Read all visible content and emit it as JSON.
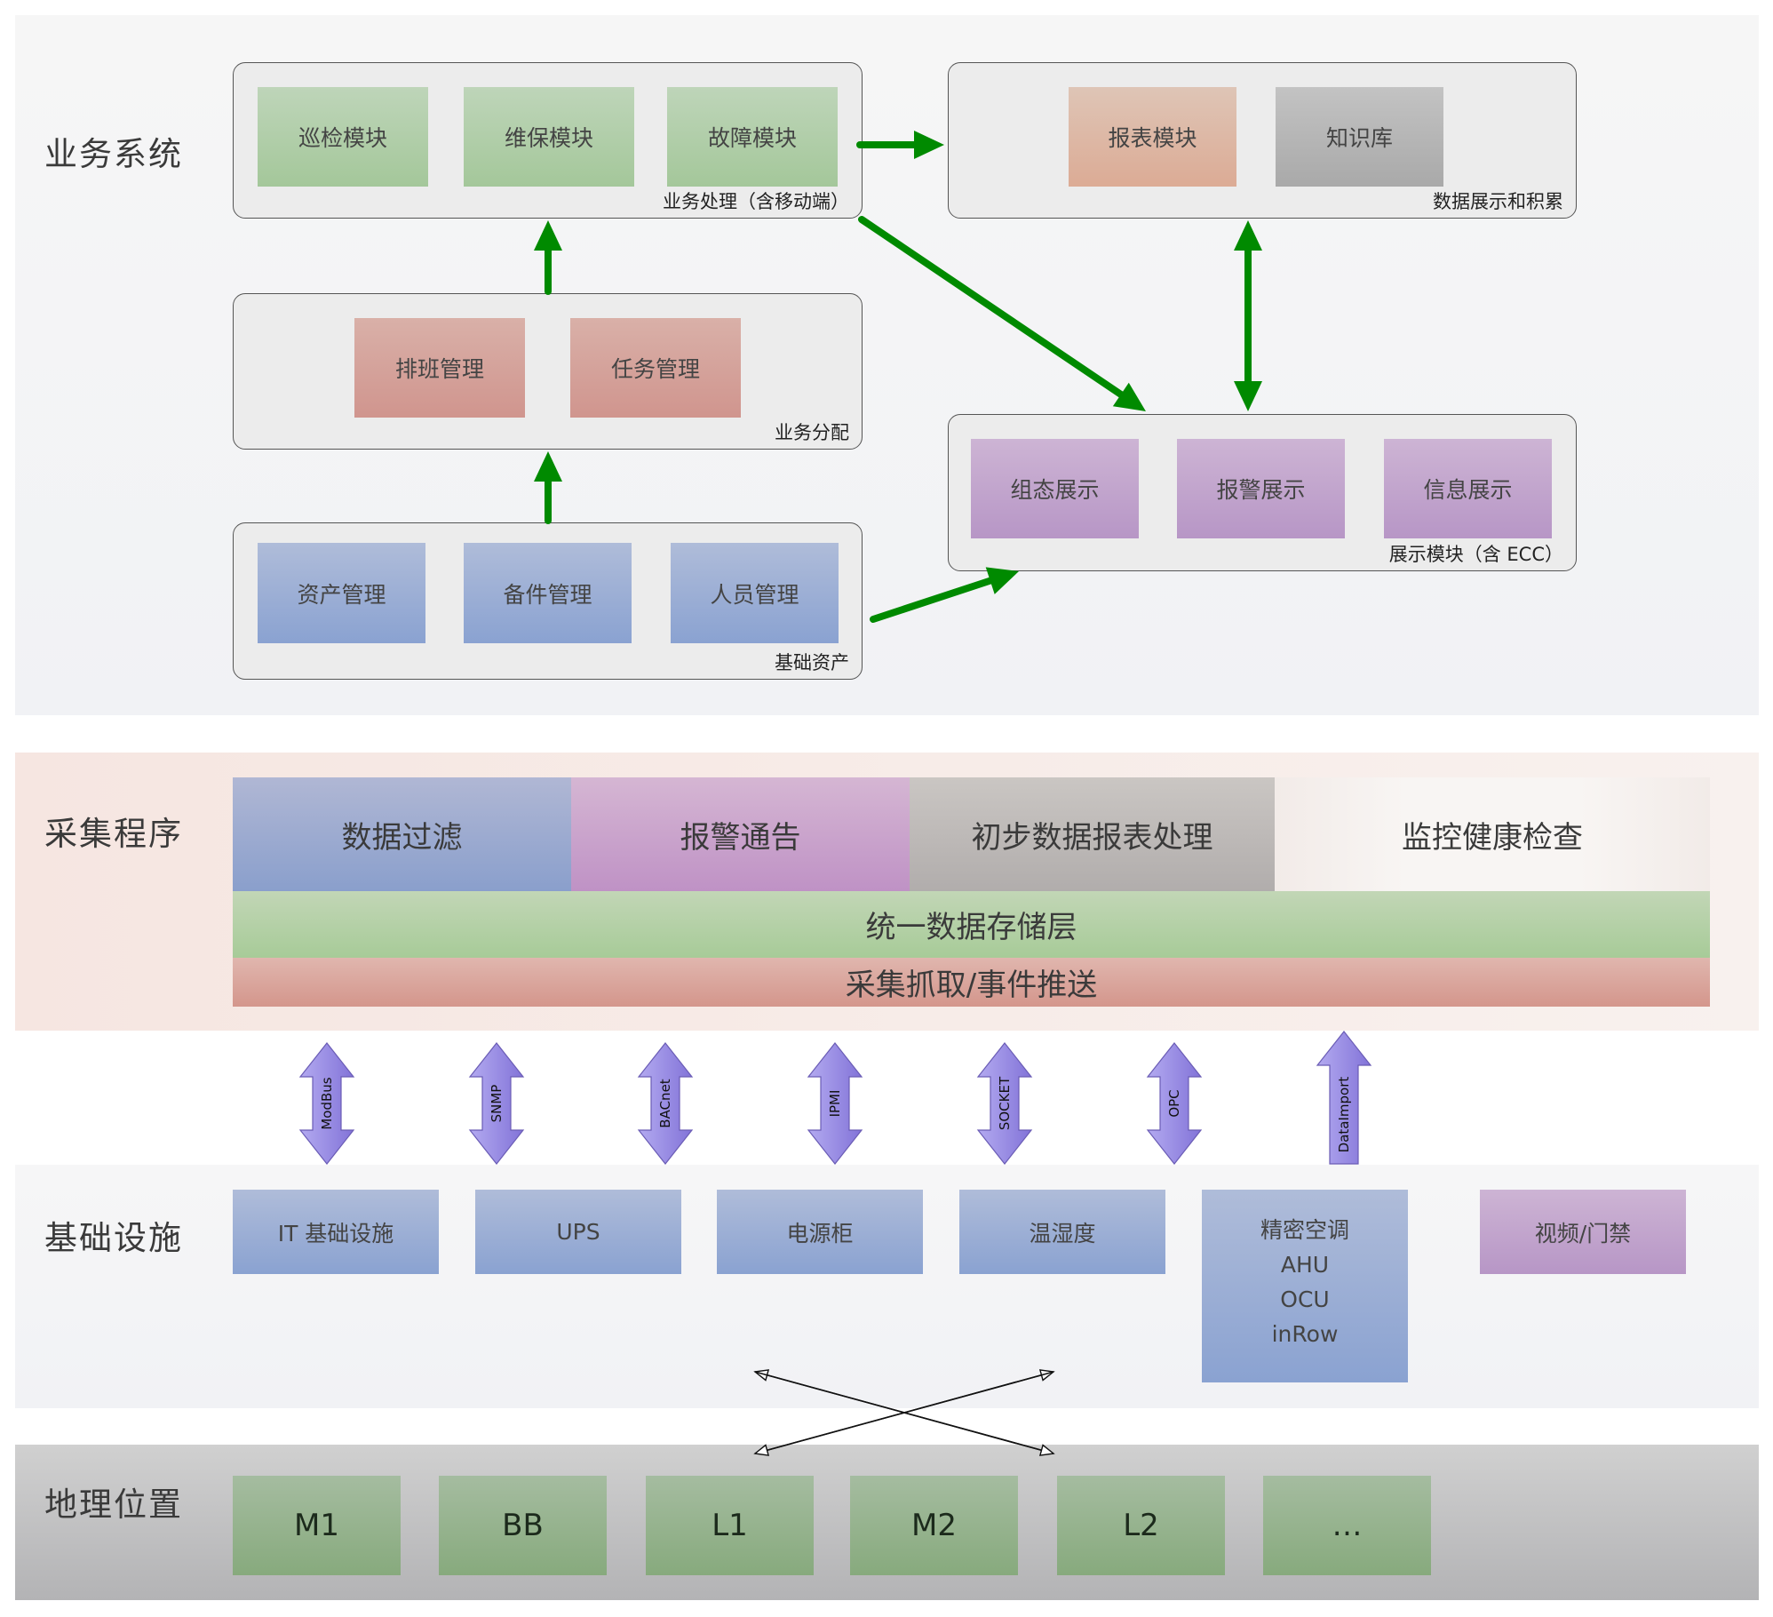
{
  "colors": {
    "flow_arrow": "#008a00",
    "protocol_arrow": "#9b8fe6",
    "protocol_arrow_border": "#6a5cb5"
  },
  "sections": {
    "business": "业务系统",
    "collection": "采集程序",
    "infrastructure": "基础设施",
    "geography": "地理位置"
  },
  "business": {
    "processing": {
      "label": "业务处理（含移动端）",
      "modules": [
        "巡检模块",
        "维保模块",
        "故障模块"
      ]
    },
    "assignment": {
      "label": "业务分配",
      "modules": [
        "排班管理",
        "任务管理"
      ]
    },
    "assets": {
      "label": "基础资产",
      "modules": [
        "资产管理",
        "备件管理",
        "人员管理"
      ]
    },
    "data_display": {
      "label": "数据展示和积累",
      "modules": [
        "报表模块",
        "知识库"
      ]
    },
    "display": {
      "label": "展示模块（含 ECC）",
      "modules": [
        "组态展示",
        "报警展示",
        "信息展示"
      ]
    }
  },
  "collection": {
    "top_row": [
      "数据过滤",
      "报警通告",
      "初步数据报表处理",
      "监控健康检查"
    ],
    "storage_layer": "统一数据存储层",
    "capture_layer": "采集抓取/事件推送"
  },
  "protocols": [
    {
      "label": "ModBus",
      "direction": "both"
    },
    {
      "label": "SNMP",
      "direction": "both"
    },
    {
      "label": "BACnet",
      "direction": "both"
    },
    {
      "label": "IPMI",
      "direction": "both"
    },
    {
      "label": "SOCKET",
      "direction": "both"
    },
    {
      "label": "OPC",
      "direction": "both"
    },
    {
      "label": "DataImport",
      "direction": "up"
    }
  ],
  "infrastructure": {
    "items": [
      "IT 基础设施",
      "UPS",
      "电源柜",
      "温湿度"
    ],
    "hvac": [
      "精密空调",
      "AHU",
      "OCU",
      "inRow"
    ],
    "video": "视频/门禁"
  },
  "geography": {
    "items": [
      "M1",
      "BB",
      "L1",
      "M2",
      "L2",
      "…"
    ]
  }
}
